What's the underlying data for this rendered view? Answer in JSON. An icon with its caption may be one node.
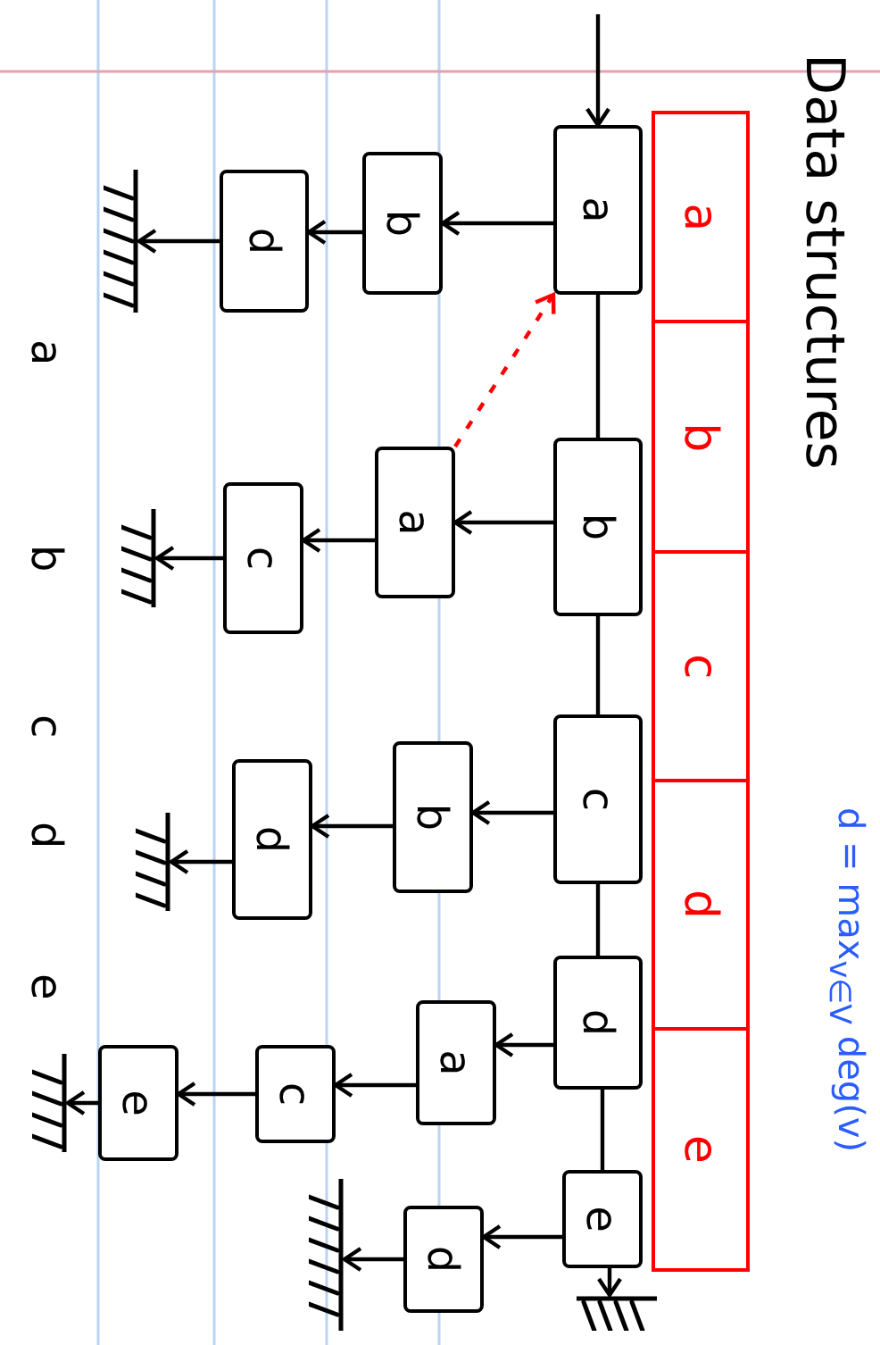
{
  "diagram": {
    "title": "Data structures",
    "nodes": [
      {
        "text": [],
        "shape": "box"
      },
      {
        "text": [
          "a"
        ],
        "in": 0
      },
      {
        "text": [
          "b"
        ],
        "in": 0
      },
      {
        "text": [
          "c"
        ],
        "in": 0
      },
      {
        "text": [
          "d"
        ],
        "in": 0
      },
      {
        "text": [
          "e"
        ],
        "in": 0
      },
      {
        "text": [
          "a"
        ]
      },
      {
        "text": [
          "b"
        ]
      },
      {
        "text": [
          "c"
        ]
      },
      {
        "text": [
          "d"
        ]
      },
      {
        "text": [
          "e"
        ]
      },
      {
        "text": [
          "b"
        ]
      },
      {
        "text": [
          "d"
        ]
      },
      {
        "text": [
          "a"
        ]
      },
      {
        "text": [
          "c"
        ]
      },
      {
        "text": [
          "b"
        ]
      },
      {
        "text": [
          "d"
        ]
      },
      {
        "text": [
          "a"
        ]
      },
      {
        "text": [
          "c"
        ]
      },
      {
        "text": [
          "e"
        ]
      },
      {
        "text": [
          "d"
        ]
      },
      {
        "text": [],
        "shape": "bar"
      },
      {
        "text": [],
        "shape": "bar"
      },
      {
        "text": [],
        "shape": "bar"
      },
      {
        "text": [],
        "shape": "bar"
      },
      {
        "text": [],
        "shape": "bar"
      },
      {
        "text": [],
        "shape": "bar"
      }
    ],
    "edges": [
      {
        "from": null,
        "to": 6,
        "arrow": "to"
      },
      {
        "from": 6,
        "to": 7,
        "arrow": "none"
      },
      {
        "from": 7,
        "to": 8,
        "arrow": "none"
      },
      {
        "from": 8,
        "to": 9,
        "arrow": "none"
      },
      {
        "from": 9,
        "to": 10,
        "arrow": "none"
      },
      {
        "from": 10,
        "to": 26,
        "arrow": "to"
      },
      {
        "from": 6,
        "to": 11,
        "arrow": "to"
      },
      {
        "from": 11,
        "to": 12,
        "arrow": "to"
      },
      {
        "from": 12,
        "to": 21,
        "arrow": "to"
      },
      {
        "from": 7,
        "to": 13,
        "arrow": "to"
      },
      {
        "from": 13,
        "to": 14,
        "arrow": "to"
      },
      {
        "from": 14,
        "to": 22,
        "arrow": "to"
      },
      {
        "from": 8,
        "to": 15,
        "arrow": "to"
      },
      {
        "from": 15,
        "to": 16,
        "arrow": "to"
      },
      {
        "from": 16,
        "to": 23,
        "arrow": "to"
      },
      {
        "from": 9,
        "to": 17,
        "arrow": "to"
      },
      {
        "from": 17,
        "to": 18,
        "arrow": "to"
      },
      {
        "from": 18,
        "to": 19,
        "arrow": "to"
      },
      {
        "from": 19,
        "to": 24,
        "arrow": "to"
      },
      {
        "from": 10,
        "to": 20,
        "arrow": "to"
      },
      {
        "from": 20,
        "to": 25,
        "arrow": "to"
      },
      {
        "from": 13,
        "to": 6,
        "arrow": "to",
        "style": "dashed",
        "color": "#ff0000"
      }
    ],
    "labels": [
      "d = max$_{v∈V}$ deg(v)",
      "a",
      "b",
      "c",
      "d",
      "e"
    ]
  }
}
